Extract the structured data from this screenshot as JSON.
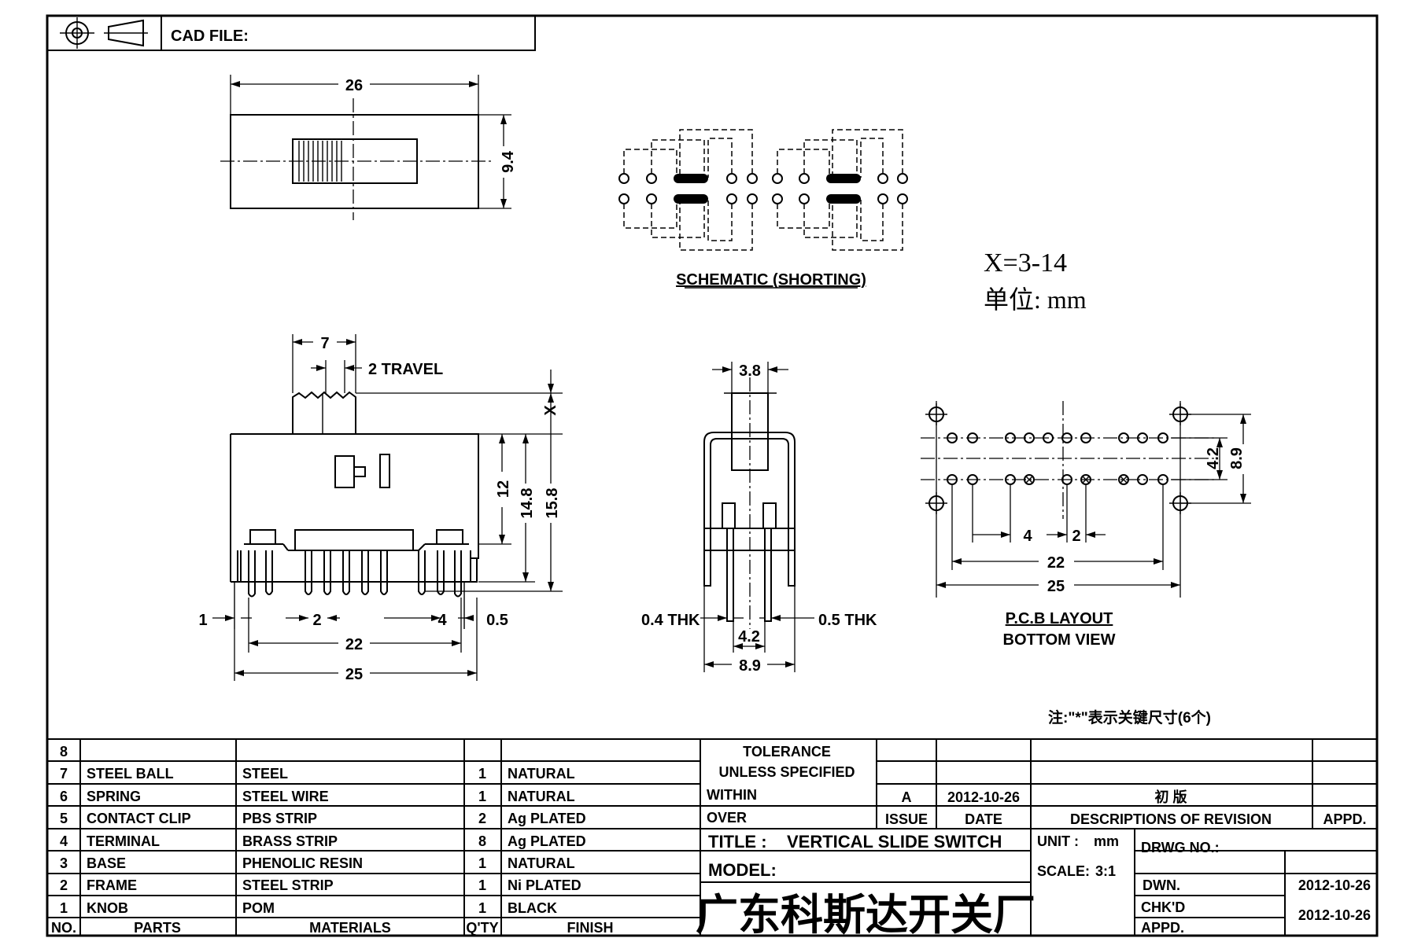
{
  "header": {
    "cad_file_label": "CAD FILE:",
    "projection_symbol": "third-angle-projection-icon"
  },
  "top_view": {
    "width_dim": "26",
    "height_dim": "9.4"
  },
  "schematic": {
    "caption": "SCHEMATIC (SHORTING)"
  },
  "notes": {
    "x_range": "X=3-14",
    "unit": "单位: mm",
    "key_dims_note": "注:\"*\"表示关键尺寸(6个)"
  },
  "front_view": {
    "knob_width": "7",
    "travel": "2 TRAVEL",
    "x_label": "X",
    "h12": "12",
    "h148": "14.8",
    "h158": "15.8",
    "left_1": "1",
    "pitch_2": "2",
    "pitch_4": "4",
    "pin_05": "0.5",
    "span_22": "22",
    "span_25": "25"
  },
  "side_view": {
    "knob_3_8": "3.8",
    "thk_04": "0.4 THK",
    "thk_05": "0.5 THK",
    "w42": "4.2",
    "w89": "8.9"
  },
  "pcb_layout": {
    "h42": "4.2",
    "h89": "8.9",
    "p4": "4",
    "p2": "2",
    "s22": "22",
    "s25": "25",
    "caption1": "P.C.B LAYOUT",
    "caption2": "BOTTOM VIEW"
  },
  "bom": {
    "rows": [
      {
        "no": "8",
        "part": "",
        "material": "",
        "qty": "",
        "finish": ""
      },
      {
        "no": "7",
        "part": "STEEL BALL",
        "material": "STEEL",
        "qty": "1",
        "finish": "NATURAL"
      },
      {
        "no": "6",
        "part": "SPRING",
        "material": "STEEL WIRE",
        "qty": "1",
        "finish": "NATURAL"
      },
      {
        "no": "5",
        "part": "CONTACT CLIP",
        "material": "PBS STRIP",
        "qty": "2",
        "finish": "Ag PLATED"
      },
      {
        "no": "4",
        "part": "TERMINAL",
        "material": "BRASS STRIP",
        "qty": "8",
        "finish": "Ag PLATED"
      },
      {
        "no": "3",
        "part": "BASE",
        "material": "PHENOLIC RESIN",
        "qty": "1",
        "finish": "NATURAL"
      },
      {
        "no": "2",
        "part": "FRAME",
        "material": "STEEL STRIP",
        "qty": "1",
        "finish": "Ni PLATED"
      },
      {
        "no": "1",
        "part": "KNOB",
        "material": "POM",
        "qty": "1",
        "finish": "BLACK"
      }
    ],
    "headers": {
      "no": "NO.",
      "parts": "PARTS",
      "materials": "MATERIALS",
      "qty": "Q'TY",
      "finish": "FINISH"
    }
  },
  "title_block": {
    "tolerance": "TOLERANCE",
    "unless": "UNLESS   SPECIFIED",
    "within": "WITHIN",
    "over": "OVER",
    "rev_issue": "A",
    "rev_date": "2012-10-26",
    "rev_desc": "初 版",
    "col_issue": "ISSUE",
    "col_date": "DATE",
    "col_desc": "DESCRIPTIONS OF REVISION",
    "col_appd": "APPD.",
    "title_label": "TITLE :",
    "title_value": "VERTICAL SLIDE SWITCH",
    "unit_label": "UNIT :",
    "unit_value": "mm",
    "drwg_no": "DRWG NO.:",
    "model": "MODEL:",
    "scale_label": "SCALE:",
    "scale_value": "3:1",
    "dwn": "DWN.",
    "dwn_date": "2012-10-26",
    "chkd": "CHK'D",
    "chkd_date": "2012-10-26",
    "appd": "APPD.",
    "company": "广东科斯达开关厂"
  }
}
